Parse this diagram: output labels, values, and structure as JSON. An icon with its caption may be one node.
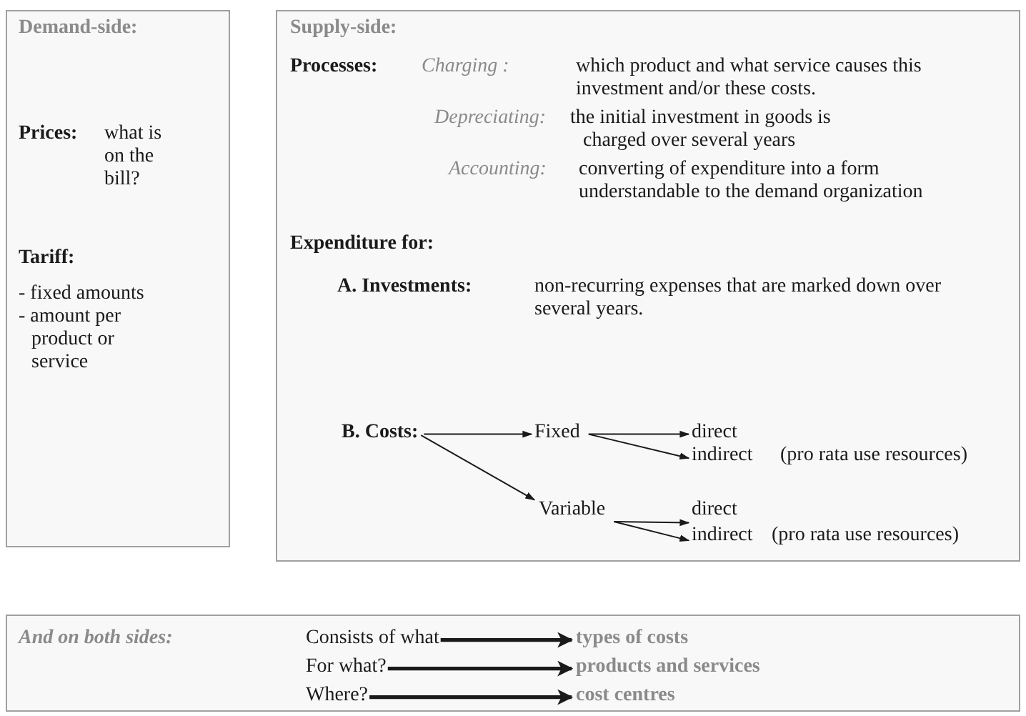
{
  "diagram": {
    "nodes": [
      {
        "text": [
          "Demand-side:",
          "Prices:",
          "what is on the bill?",
          "Tariff:",
          "- fixed amounts",
          "- amount per product or service"
        ]
      },
      {
        "text": [
          "Supply-side:",
          "Processes:",
          "Charging :",
          "which product and what service causes this investment and/or these costs.",
          "Depreciating:",
          "the initial investment in goods is charged over several years",
          "Accounting:",
          "converting of expenditure into a form understandable to the demand organization",
          "**Expenditure** for:",
          "A. Investments:",
          "non-recurring expenses that are marked down over several years."
        ]
      },
      {
        "text": [
          "B. Costs:"
        ],
        "in": 1
      },
      {
        "text": [
          "Fixed"
        ],
        "in": 1
      },
      {
        "text": [
          "Variable"
        ],
        "in": 1
      },
      {
        "text": [
          "direct"
        ],
        "in": 1
      },
      {
        "text": [
          "indirect"
        ],
        "in": 1,
        "beside": [
          "(pro rata use resources)"
        ]
      },
      {
        "text": [
          "direct"
        ],
        "in": 1
      },
      {
        "text": [
          "indirect"
        ],
        "in": 1,
        "beside": [
          "(pro rata use resources)"
        ]
      },
      {
        "text": [
          "And on both sides:"
        ]
      },
      {
        "text": [
          "Consists of what"
        ],
        "in": 9
      },
      {
        "text": [
          "types of costs"
        ],
        "in": 9
      },
      {
        "text": [
          "For what?"
        ],
        "in": 9
      },
      {
        "text": [
          "products and services"
        ],
        "in": 9
      },
      {
        "text": [
          "Where?"
        ],
        "in": 9
      },
      {
        "text": [
          "cost centres"
        ],
        "in": 9
      }
    ],
    "edges": [
      {
        "from": 2,
        "to": 3,
        "arrow": "to"
      },
      {
        "from": 2,
        "to": 4,
        "arrow": "to"
      },
      {
        "from": 3,
        "to": 5,
        "arrow": "to"
      },
      {
        "from": 3,
        "to": 6,
        "arrow": "to"
      },
      {
        "from": 4,
        "to": 7,
        "arrow": "to"
      },
      {
        "from": 4,
        "to": 8,
        "arrow": "to"
      },
      {
        "from": 10,
        "to": 11,
        "arrow": "to",
        "style": "thick"
      },
      {
        "from": 12,
        "to": 13,
        "arrow": "to",
        "style": "thick"
      },
      {
        "from": 14,
        "to": 15,
        "arrow": "to",
        "style": "thick"
      }
    ]
  }
}
